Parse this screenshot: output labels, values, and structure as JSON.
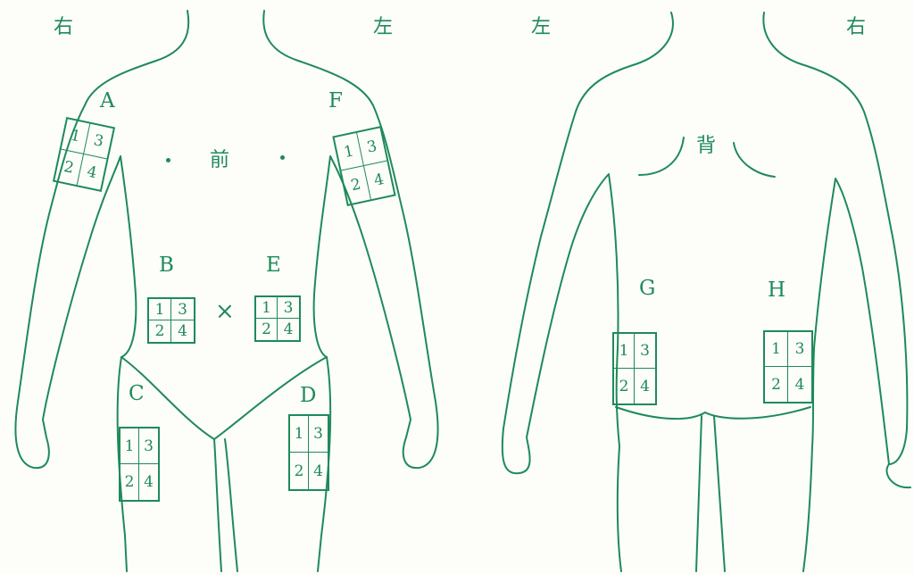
{
  "front": {
    "corner_right": "右",
    "corner_left": "左",
    "center_label": "前",
    "center_mark": "×",
    "zones": {
      "A": {
        "letter": "A",
        "cells": [
          "1",
          "3",
          "2",
          "4"
        ]
      },
      "F": {
        "letter": "F",
        "cells": [
          "1",
          "3",
          "2",
          "4"
        ]
      },
      "B": {
        "letter": "B",
        "cells": [
          "1",
          "3",
          "2",
          "4"
        ]
      },
      "E": {
        "letter": "E",
        "cells": [
          "1",
          "3",
          "2",
          "4"
        ]
      },
      "C": {
        "letter": "C",
        "cells": [
          "1",
          "3",
          "2",
          "4"
        ]
      },
      "D": {
        "letter": "D",
        "cells": [
          "1",
          "3",
          "2",
          "4"
        ]
      }
    }
  },
  "back": {
    "corner_left": "左",
    "corner_right": "右",
    "center_label": "背",
    "zones": {
      "G": {
        "letter": "G",
        "cells": [
          "1",
          "3",
          "2",
          "4"
        ]
      },
      "H": {
        "letter": "H",
        "cells": [
          "1",
          "3",
          "2",
          "4"
        ]
      }
    }
  },
  "colors": {
    "ink": "#1e8a5a",
    "paper": "#fdfdf9"
  }
}
